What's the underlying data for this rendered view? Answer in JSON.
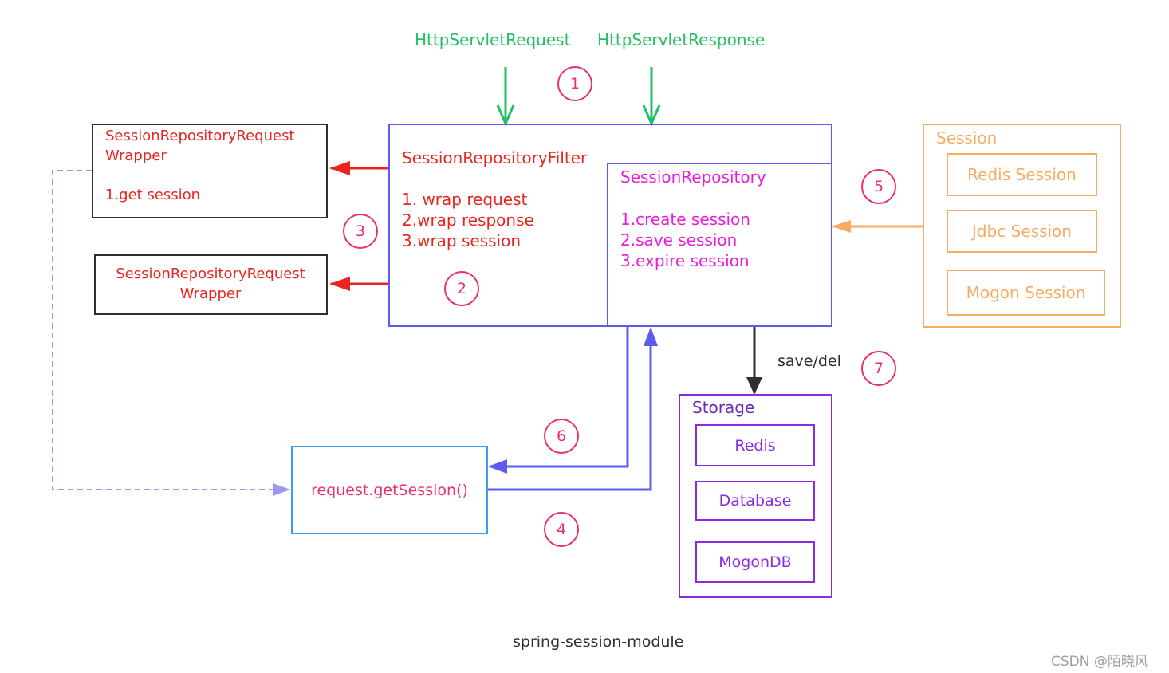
{
  "top_labels": {
    "request": "HttpServletRequest",
    "response": "HttpServletResponse"
  },
  "wrapper_top": {
    "line1": "SessionRepositoryRequest",
    "line2": "Wrapper",
    "line3": "1.get session"
  },
  "wrapper_bottom": {
    "line1": "SessionRepositoryRequest",
    "line2": "Wrapper"
  },
  "filter": {
    "title": "SessionRepositoryFilter",
    "items": [
      "1. wrap request",
      "2.wrap response",
      "3.wrap session"
    ]
  },
  "repository": {
    "title": "SessionRepository",
    "items": [
      "1.create session",
      "2.save session",
      "3.expire session"
    ]
  },
  "session_group": {
    "title": "Session",
    "items": [
      "Redis Session",
      "Jdbc Session",
      "Mogon Session"
    ]
  },
  "storage": {
    "title": "Storage",
    "items": [
      "Redis",
      "Database",
      "MogonDB"
    ]
  },
  "get_session": "request.getSession()",
  "save_del": "save/del",
  "steps": [
    "1",
    "2",
    "3",
    "4",
    "5",
    "6",
    "7"
  ],
  "caption": "spring-session-module",
  "watermark": "CSDN @陌晓风",
  "colors": {
    "green": "#22c063",
    "red": "#e8251f",
    "blue_purple": "#5b5bf0",
    "magenta": "#e81ed8",
    "orange": "#f8ac63",
    "purple": "#8a2be2",
    "sky_blue": "#3d9cf2",
    "pink": "#e8306f",
    "dark": "#2f2f2f"
  }
}
